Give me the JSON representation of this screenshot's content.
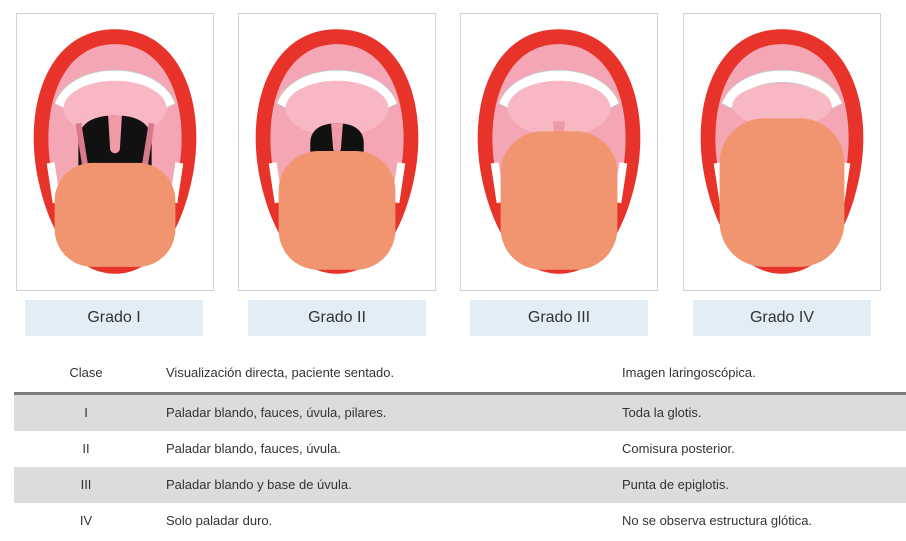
{
  "grades": [
    {
      "label": "Grado I",
      "visible": "Paladar blando, fauces, úvula, pilares"
    },
    {
      "label": "Grado II",
      "visible": "Paladar blando, fauces, úvula"
    },
    {
      "label": "Grado III",
      "visible": "Paladar blando y base de úvula"
    },
    {
      "label": "Grado IV",
      "visible": "Solo paladar duro"
    }
  ],
  "table": {
    "headers": [
      "Clase",
      "Visualización directa, paciente sentado.",
      "Imagen laringoscópica."
    ],
    "rows": [
      {
        "clase": "I",
        "visual": "Paladar blando, fauces, úvula, pilares.",
        "imagen": "Toda la glotis."
      },
      {
        "clase": "II",
        "visual": "Paladar blando, fauces, úvula.",
        "imagen": "Comisura posterior."
      },
      {
        "clase": "III",
        "visual": "Paladar blando y base de úvula.",
        "imagen": "Punta de epiglotis."
      },
      {
        "clase": "IV",
        "visual": "Solo paladar duro.",
        "imagen": "No se observa estructura glótica."
      }
    ]
  },
  "colors": {
    "lip": "#e8332a",
    "mouth_interior": "#f4a6b4",
    "palate": "#f7b8c3",
    "tongue": "#f0956f",
    "throat": "#111111",
    "label_bg": "#e3edf6",
    "row_shade": "#dcdcdc",
    "header_rule": "#7a7a7a"
  }
}
